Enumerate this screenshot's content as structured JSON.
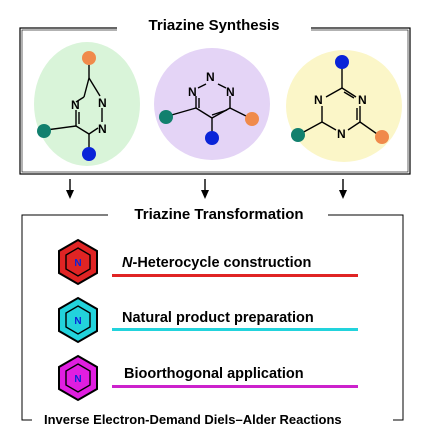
{
  "synthesis": {
    "title": "Triazine Synthesis",
    "isomers": [
      {
        "name": "1,2,4-triazine",
        "bg": "#d9f4d9",
        "atoms": [
          "N",
          "N",
          "N"
        ]
      },
      {
        "name": "1,2,3-triazine",
        "bg": "#e4d4f6",
        "atoms": [
          "N",
          "N",
          "N"
        ]
      },
      {
        "name": "1,3,5-triazine",
        "bg": "#fbf6c8",
        "atoms": [
          "N",
          "N",
          "N"
        ]
      }
    ]
  },
  "transformation": {
    "title": "Triazine Transformation",
    "applications": [
      {
        "prefix": "N",
        "label": "-Heterocycle construction",
        "hex_color": "#e02424",
        "underline": "#e02424",
        "atom": "N"
      },
      {
        "prefix": "",
        "label": "Natural product preparation",
        "hex_color": "#22d3dc",
        "underline": "#22d3dc",
        "atom": "N"
      },
      {
        "prefix": "",
        "label": "Bioorthogonal application",
        "hex_color": "#e01ee0",
        "underline": "#cc22cc",
        "atom": "N"
      }
    ],
    "footer": "Inverse Electron-Demand Diels–Alder Reactions"
  },
  "colors": {
    "teal": "#12806e",
    "orange": "#f08a4b",
    "blue": "#0a24d8"
  }
}
